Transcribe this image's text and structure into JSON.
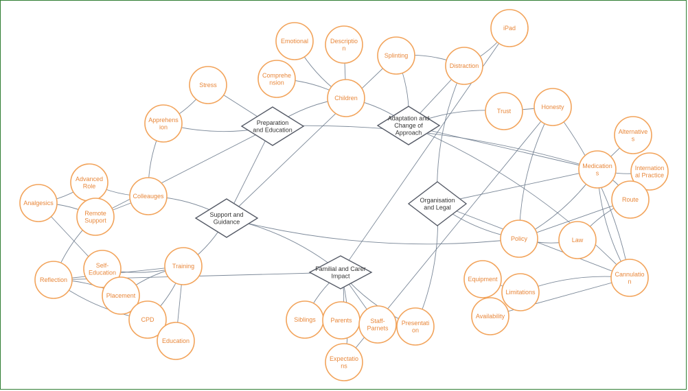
{
  "hubs": [
    {
      "id": "prep",
      "lines": [
        "Preparation",
        "and Education"
      ]
    },
    {
      "id": "adapt",
      "lines": [
        "Adaptation and",
        "Change of",
        "Approach"
      ]
    },
    {
      "id": "support",
      "lines": [
        "Support and",
        "Guidance"
      ]
    },
    {
      "id": "org",
      "lines": [
        "Organisation",
        "and Legal"
      ]
    },
    {
      "id": "family",
      "lines": [
        "Familial and Carer",
        "Impact"
      ]
    }
  ],
  "nodes": [
    {
      "id": "emotional",
      "lines": [
        "Emotional"
      ]
    },
    {
      "id": "description",
      "lines": [
        "Descriptio",
        "n"
      ]
    },
    {
      "id": "splinting",
      "lines": [
        "Splinting"
      ]
    },
    {
      "id": "distraction",
      "lines": [
        "Distraction"
      ]
    },
    {
      "id": "ipad",
      "lines": [
        "iPad"
      ]
    },
    {
      "id": "comprehension",
      "lines": [
        "Comprehe",
        "nsion"
      ]
    },
    {
      "id": "stress",
      "lines": [
        "Stress"
      ]
    },
    {
      "id": "children",
      "lines": [
        "Children"
      ]
    },
    {
      "id": "trust",
      "lines": [
        "Trust"
      ]
    },
    {
      "id": "honesty",
      "lines": [
        "Honesty"
      ]
    },
    {
      "id": "apprehension",
      "lines": [
        "Apprehens",
        "ion"
      ]
    },
    {
      "id": "alternatives",
      "lines": [
        "Alternative",
        "s"
      ]
    },
    {
      "id": "medications",
      "lines": [
        "Medication",
        "s"
      ]
    },
    {
      "id": "international",
      "lines": [
        "Internation",
        "al Practice"
      ]
    },
    {
      "id": "advanced",
      "lines": [
        "Advanced",
        "Role"
      ]
    },
    {
      "id": "analgesics",
      "lines": [
        "Analgesics"
      ]
    },
    {
      "id": "colleagues",
      "lines": [
        "Colleauges"
      ]
    },
    {
      "id": "remote",
      "lines": [
        "Remote",
        "Support"
      ]
    },
    {
      "id": "route",
      "lines": [
        "Route"
      ]
    },
    {
      "id": "policy",
      "lines": [
        "Policy"
      ]
    },
    {
      "id": "law",
      "lines": [
        "Law"
      ]
    },
    {
      "id": "selfedu",
      "lines": [
        "Self-",
        "Education"
      ]
    },
    {
      "id": "training",
      "lines": [
        "Training"
      ]
    },
    {
      "id": "reflection",
      "lines": [
        "Reflection"
      ]
    },
    {
      "id": "placement",
      "lines": [
        "Placement"
      ]
    },
    {
      "id": "cpd",
      "lines": [
        "CPD"
      ]
    },
    {
      "id": "education",
      "lines": [
        "Education"
      ]
    },
    {
      "id": "equipment",
      "lines": [
        "Equipment"
      ]
    },
    {
      "id": "limitations",
      "lines": [
        "Limitations"
      ]
    },
    {
      "id": "availability",
      "lines": [
        "Availability"
      ]
    },
    {
      "id": "cannulation",
      "lines": [
        "Cannulatio",
        "n"
      ]
    },
    {
      "id": "siblings",
      "lines": [
        "Siblings"
      ]
    },
    {
      "id": "parents",
      "lines": [
        "Parents"
      ]
    },
    {
      "id": "staffparents",
      "lines": [
        "Staff-",
        "Parnets"
      ]
    },
    {
      "id": "presentation",
      "lines": [
        "Presentati",
        "on"
      ]
    },
    {
      "id": "expectations",
      "lines": [
        "Expectatio",
        "ns"
      ]
    }
  ]
}
